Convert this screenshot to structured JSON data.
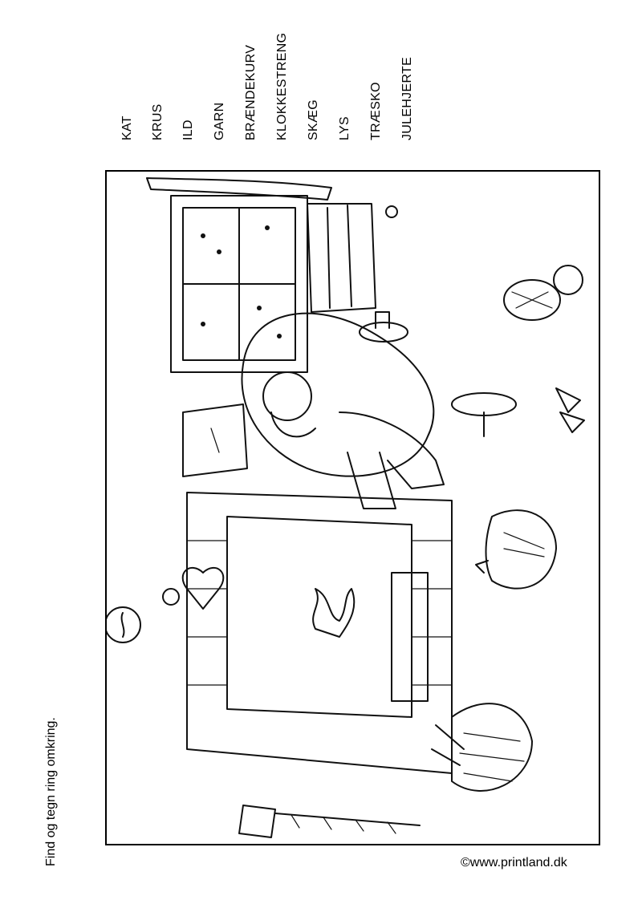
{
  "instruction": "Find og tegn ring omkring.",
  "copyright": "©www.printland.dk",
  "word_list": [
    "KAT",
    "KRUS",
    "ILD",
    "GARN",
    "BRÆNDEKURV",
    "KLOKKESTRENG",
    "SKÆG",
    "LYS",
    "TRÆSKO",
    "JULEHJERTE"
  ],
  "illustration": {
    "description_icon": "christmas-living-room-coloring-scene"
  },
  "colors": {
    "ink": "#111111",
    "paper": "#ffffff"
  }
}
